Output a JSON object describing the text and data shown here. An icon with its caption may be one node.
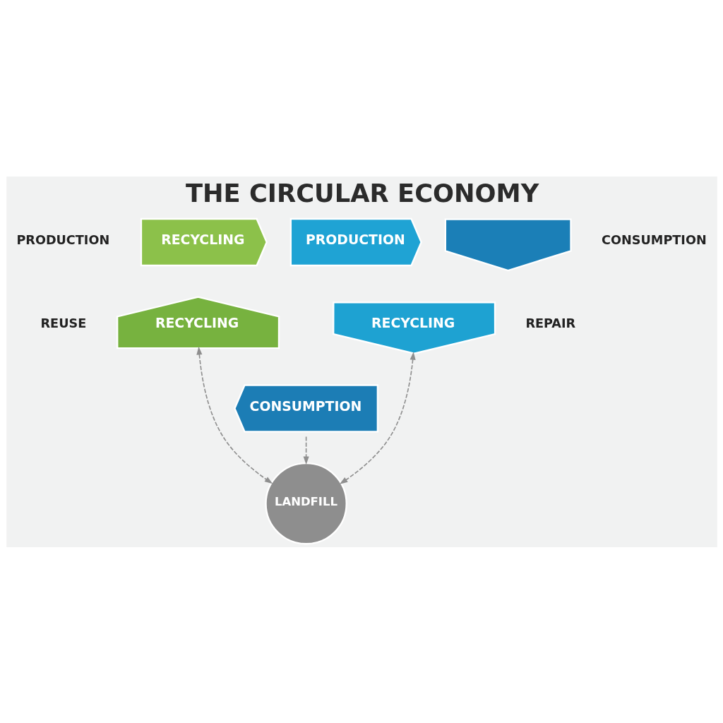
{
  "diagram": {
    "title": "THE CIRCULAR ECONOMY",
    "nodes": [
      {
        "text": [
          "PRODUCTION"
        ]
      },
      {
        "text": [
          "RECYCLING"
        ],
        "beside": [
          "PRODUCTION"
        ]
      },
      {
        "text": [],
        "shape": "chevron",
        "beside": [
          "CONSUMPTION"
        ]
      },
      {
        "text": [
          "RECYCLING"
        ],
        "beside": [
          "REUSE"
        ]
      },
      {
        "text": [
          "RECYCLING"
        ],
        "beside": [
          "REPAIR"
        ]
      },
      {
        "text": [
          "CONSUMPTION"
        ]
      },
      {
        "text": [
          "LANDFILL"
        ]
      }
    ],
    "edges": [
      {
        "from": 3,
        "to": 6,
        "arrow": "both",
        "style": "dashed"
      },
      {
        "from": 5,
        "to": 6,
        "arrow": "to",
        "style": "dashed"
      },
      {
        "from": 4,
        "to": 6,
        "arrow": "both",
        "style": "dashed"
      }
    ]
  }
}
